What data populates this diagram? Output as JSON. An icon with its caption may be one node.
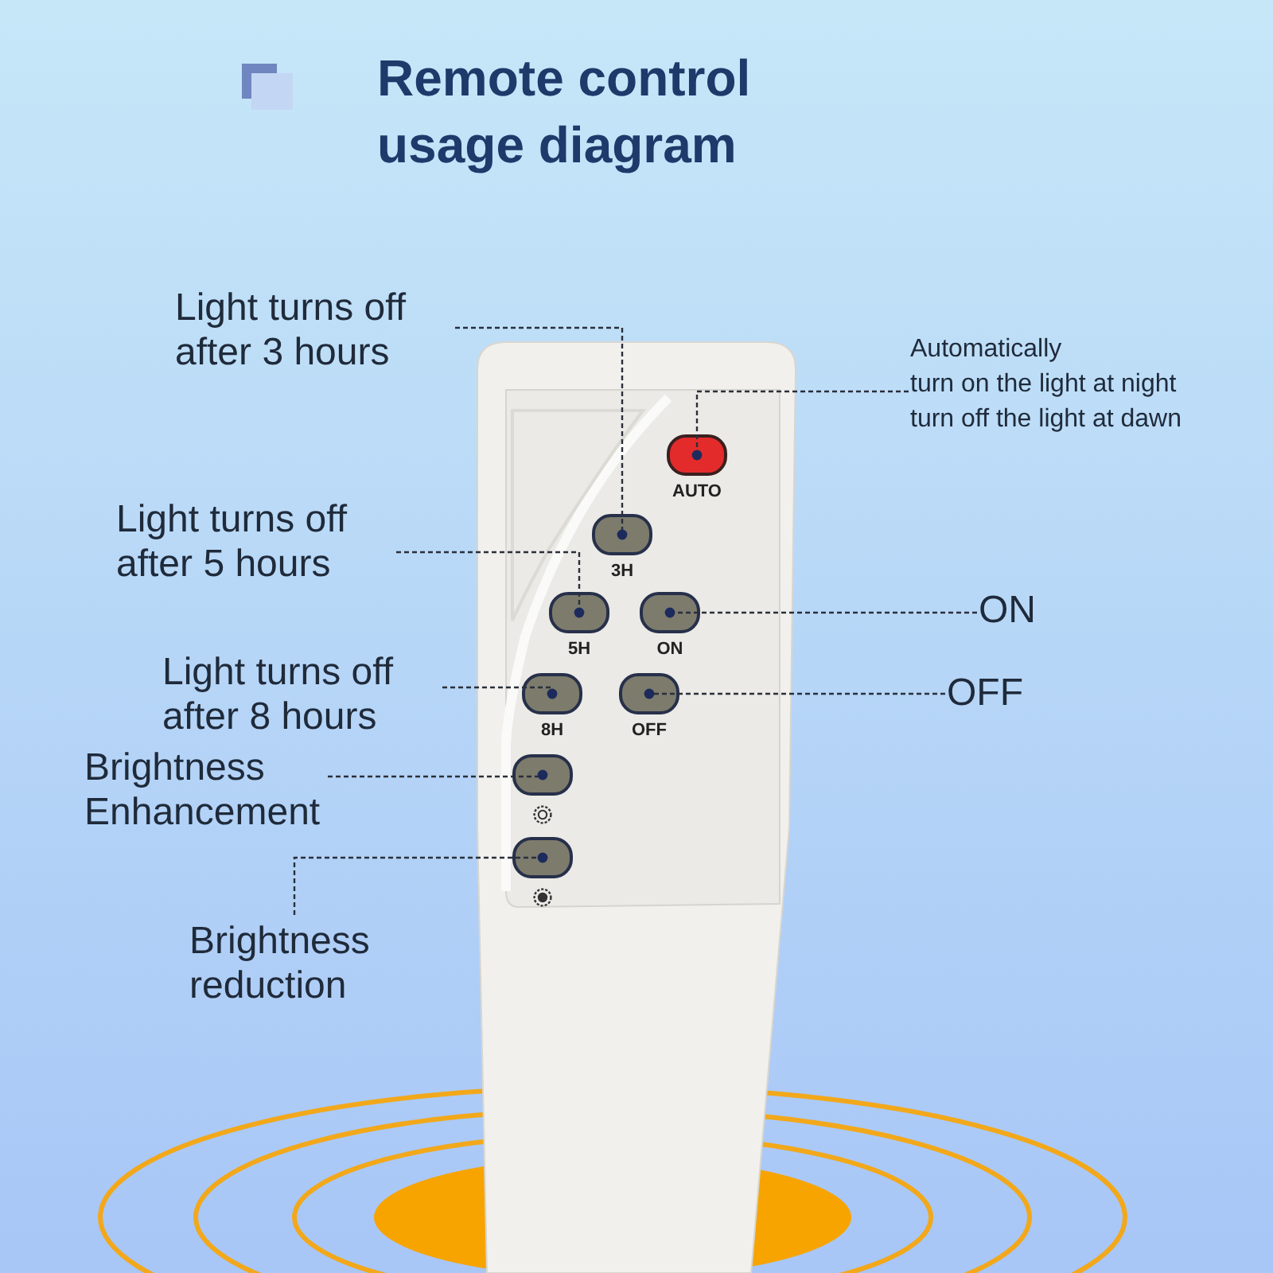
{
  "diagram": {
    "title": "Remote control usage diagram",
    "nodes": [
      {
        "text": [
          "Light turns off after 3 hours"
        ]
      },
      {
        "text": [
          "Automatically",
          "turn on the light at night",
          "turn off the light at dawn"
        ]
      },
      {
        "text": [
          "Light turns off after 5 hours"
        ]
      },
      {
        "text": [
          "ON"
        ]
      },
      {
        "text": [
          "Light turns off after 8 hours"
        ]
      },
      {
        "text": [
          "OFF"
        ]
      },
      {
        "text": [
          "Brightness Enhancement"
        ]
      },
      {
        "text": [
          "Brightness reduction"
        ]
      },
      {
        "text": [
          "AUTO"
        ]
      },
      {
        "text": [
          "3H"
        ]
      },
      {
        "text": [
          "5H"
        ]
      },
      {
        "text": [
          "ON"
        ]
      },
      {
        "text": [
          "8H"
        ]
      },
      {
        "text": [
          "OFF"
        ]
      },
      {
        "text": [],
        "shape": "button"
      },
      {
        "text": [],
        "shape": "button"
      }
    ],
    "edges": [
      {
        "from": 0,
        "to": 9,
        "arrow": "other",
        "style": "dashed"
      },
      {
        "from": 1,
        "to": 8,
        "arrow": "other",
        "style": "dashed"
      },
      {
        "from": 2,
        "to": 10,
        "arrow": "other",
        "style": "dashed"
      },
      {
        "from": 3,
        "to": 11,
        "arrow": "other",
        "style": "dashed"
      },
      {
        "from": 4,
        "to": 12,
        "arrow": "other",
        "style": "dashed"
      },
      {
        "from": 5,
        "to": 13,
        "arrow": "other",
        "style": "dashed"
      },
      {
        "from": 6,
        "to": 14,
        "arrow": "other",
        "style": "dashed"
      },
      {
        "from": 7,
        "to": 15,
        "arrow": "other",
        "style": "dashed"
      }
    ]
  }
}
